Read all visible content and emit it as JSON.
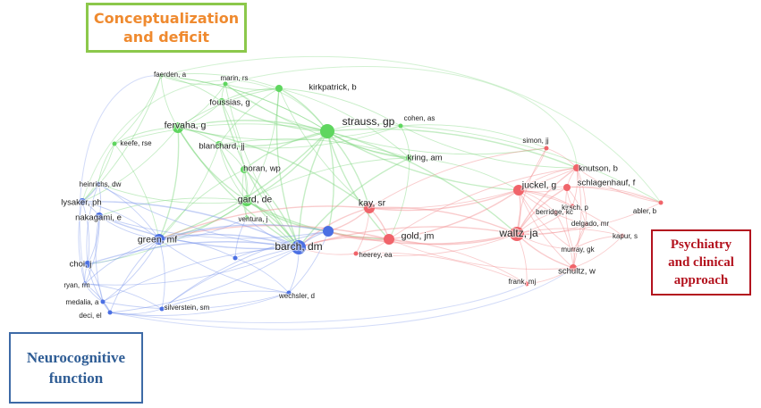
{
  "clusters": {
    "green": {
      "line1": "Conceptualization",
      "line2": "and deficit",
      "color": "#ef8a2f",
      "border": "#8cc84b"
    },
    "red": {
      "line1": "Psychiatry",
      "line2": "and clinical",
      "line3": "approach",
      "color": "#b3121e",
      "border": "#b3121e"
    },
    "blue": {
      "line1": "Neurocognitive",
      "line2": "function",
      "color": "#2f5d95",
      "border": "#3d6aa6"
    }
  },
  "node_colors": {
    "green": "#5fd65f",
    "red": "#f0646a",
    "blue": "#4a6fe3"
  },
  "edge_colors": {
    "green": "#7ed67e",
    "red": "#f28b8f",
    "blue": "#7d97ea"
  },
  "nodes": [
    {
      "id": "faerden",
      "label": "faerden, a",
      "cluster": "green",
      "weight": 1
    },
    {
      "id": "marin",
      "label": "marin, rs",
      "cluster": "green",
      "weight": 1
    },
    {
      "id": "kirkpatrick",
      "label": "kirkpatrick, b",
      "cluster": "green",
      "weight": 2
    },
    {
      "id": "foussias",
      "label": "foussias, g",
      "cluster": "green",
      "weight": 2
    },
    {
      "id": "fervaha",
      "label": "fervaha, g",
      "cluster": "green",
      "weight": 3
    },
    {
      "id": "strauss",
      "label": "strauss, gp",
      "cluster": "green",
      "weight": 4
    },
    {
      "id": "cohen",
      "label": "cohen, as",
      "cluster": "green",
      "weight": 1
    },
    {
      "id": "keefe",
      "label": "keefe, rse",
      "cluster": "green",
      "weight": 1
    },
    {
      "id": "blanchard",
      "label": "blanchard, jj",
      "cluster": "green",
      "weight": 2
    },
    {
      "id": "kring",
      "label": "kring, am",
      "cluster": "green",
      "weight": 2
    },
    {
      "id": "horan",
      "label": "horan, wp",
      "cluster": "green",
      "weight": 2
    },
    {
      "id": "gard",
      "label": "gard, de",
      "cluster": "green",
      "weight": 3
    },
    {
      "id": "ventura",
      "label": "ventura, j",
      "cluster": "green",
      "weight": 1
    },
    {
      "id": "simon",
      "label": "simon, jj",
      "cluster": "red",
      "weight": 1
    },
    {
      "id": "knutson",
      "label": "knutson, b",
      "cluster": "red",
      "weight": 2
    },
    {
      "id": "juckel",
      "label": "juckel, g",
      "cluster": "red",
      "weight": 3
    },
    {
      "id": "schlagenhauf",
      "label": "schlagenhauf, f",
      "cluster": "red",
      "weight": 2
    },
    {
      "id": "kay",
      "label": "kay, sr",
      "cluster": "red",
      "weight": 3
    },
    {
      "id": "kirsch",
      "label": "kirsch, p",
      "cluster": "red",
      "weight": 1
    },
    {
      "id": "berridge",
      "label": "berridge, kc",
      "cluster": "red",
      "weight": 1
    },
    {
      "id": "delgado",
      "label": "delgado, mr",
      "cluster": "red",
      "weight": 1
    },
    {
      "id": "abler",
      "label": "abler, b",
      "cluster": "red",
      "weight": 1
    },
    {
      "id": "waltz",
      "label": "waltz, ja",
      "cluster": "red",
      "weight": 4
    },
    {
      "id": "gold",
      "label": "gold, jm",
      "cluster": "red",
      "weight": 3
    },
    {
      "id": "kapur",
      "label": "kapur, s",
      "cluster": "red",
      "weight": 1
    },
    {
      "id": "murray",
      "label": "murray, gk",
      "cluster": "red",
      "weight": 1
    },
    {
      "id": "heerey",
      "label": "heerey, ea",
      "cluster": "red",
      "weight": 1
    },
    {
      "id": "schultz",
      "label": "schultz, w",
      "cluster": "red",
      "weight": 2
    },
    {
      "id": "frank",
      "label": "frank, mj",
      "cluster": "red",
      "weight": 1
    },
    {
      "id": "heinrichs",
      "label": "heinrichs, dw",
      "cluster": "blue",
      "weight": 1
    },
    {
      "id": "lysaker",
      "label": "lysaker, ph",
      "cluster": "blue",
      "weight": 2
    },
    {
      "id": "nakagami",
      "label": "nakagami, e",
      "cluster": "blue",
      "weight": 2
    },
    {
      "id": "green",
      "label": "green, mf",
      "cluster": "blue",
      "weight": 3
    },
    {
      "id": "barch",
      "label": "barch, dm",
      "cluster": "blue",
      "weight": 4
    },
    {
      "id": "hub",
      "label": "",
      "cluster": "blue",
      "weight": 3
    },
    {
      "id": "small",
      "label": "",
      "cluster": "blue",
      "weight": 1
    },
    {
      "id": "choi",
      "label": "choi, j",
      "cluster": "blue",
      "weight": 2
    },
    {
      "id": "ryan",
      "label": "ryan, rm",
      "cluster": "blue",
      "weight": 1
    },
    {
      "id": "medalia",
      "label": "medalia, a",
      "cluster": "blue",
      "weight": 1
    },
    {
      "id": "deci",
      "label": "deci, el",
      "cluster": "blue",
      "weight": 1
    },
    {
      "id": "silverstein",
      "label": "silverstein, sm",
      "cluster": "blue",
      "weight": 1
    },
    {
      "id": "wechsler",
      "label": "wechsler, d",
      "cluster": "blue",
      "weight": 1
    }
  ]
}
